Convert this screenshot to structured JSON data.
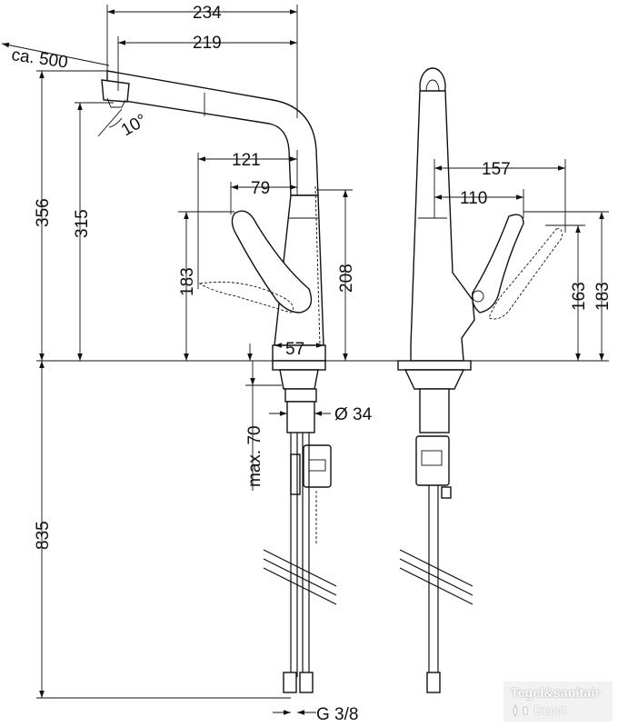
{
  "dimensions": {
    "width_234": "234",
    "width_219": "219",
    "pullout": "ca. 500",
    "swivel_angle": "10°",
    "height_356": "356",
    "height_315": "315",
    "lever_121": "121",
    "lever_79": "79",
    "spout_208": "208",
    "lever_183_front": "183",
    "base_57": "57",
    "shank_max": "max. 70",
    "shank_diameter": "Ø 34",
    "hose_835": "835",
    "thread": "G 3/8",
    "side_157": "157",
    "side_110": "110",
    "side_163": "163",
    "side_183": "183"
  },
  "watermark": {
    "line1": "Tegel&sanitair",
    "line2": "Depot"
  }
}
